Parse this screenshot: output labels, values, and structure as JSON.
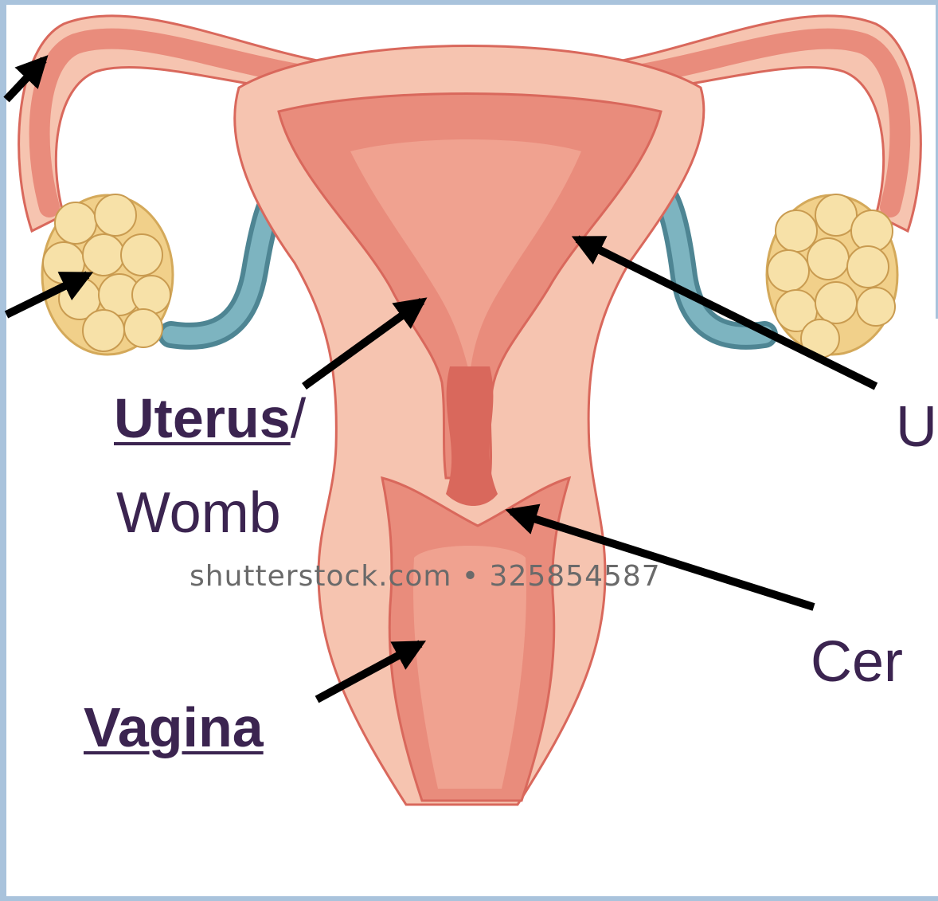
{
  "labels": {
    "uterus": "Uterus",
    "uterus_slash": "/",
    "womb": "Womb",
    "vagina": "Vagina",
    "uterine_partial": "U",
    "cervix_partial": "Cer"
  },
  "watermark": "shutterstock.com • 325854587",
  "colors": {
    "label_text": "#3b2450",
    "arrow": "#000000",
    "tissue_light": "#f6c4b0",
    "tissue_mid": "#e98c7c",
    "tissue_dark": "#d9685c",
    "ovary": "#f7e1a8",
    "ligament": "#6fa3b0",
    "frame": "#a9c3dc"
  }
}
